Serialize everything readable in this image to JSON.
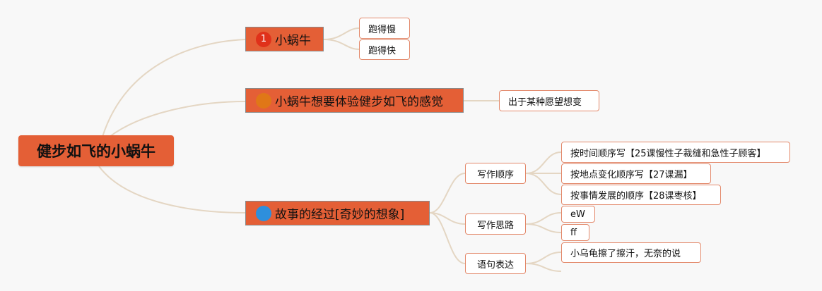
{
  "root": {
    "label": "健步如飞的小蜗牛"
  },
  "branches": [
    {
      "badge": "1",
      "badge_color": "#e0311a",
      "label": "小蜗牛",
      "children": [
        {
          "label": "跑得慢"
        },
        {
          "label": "跑得快"
        }
      ]
    },
    {
      "badge": "",
      "badge_color": "#e07717",
      "label": "小蜗牛想要体验健步如飞的感觉",
      "children": [
        {
          "label": "出于某种愿望想变"
        }
      ]
    },
    {
      "badge": "",
      "badge_color": "#2e8fdc",
      "label": "故事的经过[奇妙的想象]",
      "children": [
        {
          "label": "写作顺序",
          "children": [
            {
              "label": "按时间顺序写【25课慢性子裁缝和急性子顾客】"
            },
            {
              "label": "按地点变化顺序写【27课漏】"
            },
            {
              "label": "按事情发展的顺序【28课枣核】"
            }
          ]
        },
        {
          "label": "写作思路",
          "children": [
            {
              "label": "eW"
            },
            {
              "label": "ff"
            }
          ]
        },
        {
          "label": "语句表达",
          "children": [
            {
              "label": "小乌龟擦了擦汗，无奈的说"
            }
          ]
        }
      ]
    }
  ]
}
